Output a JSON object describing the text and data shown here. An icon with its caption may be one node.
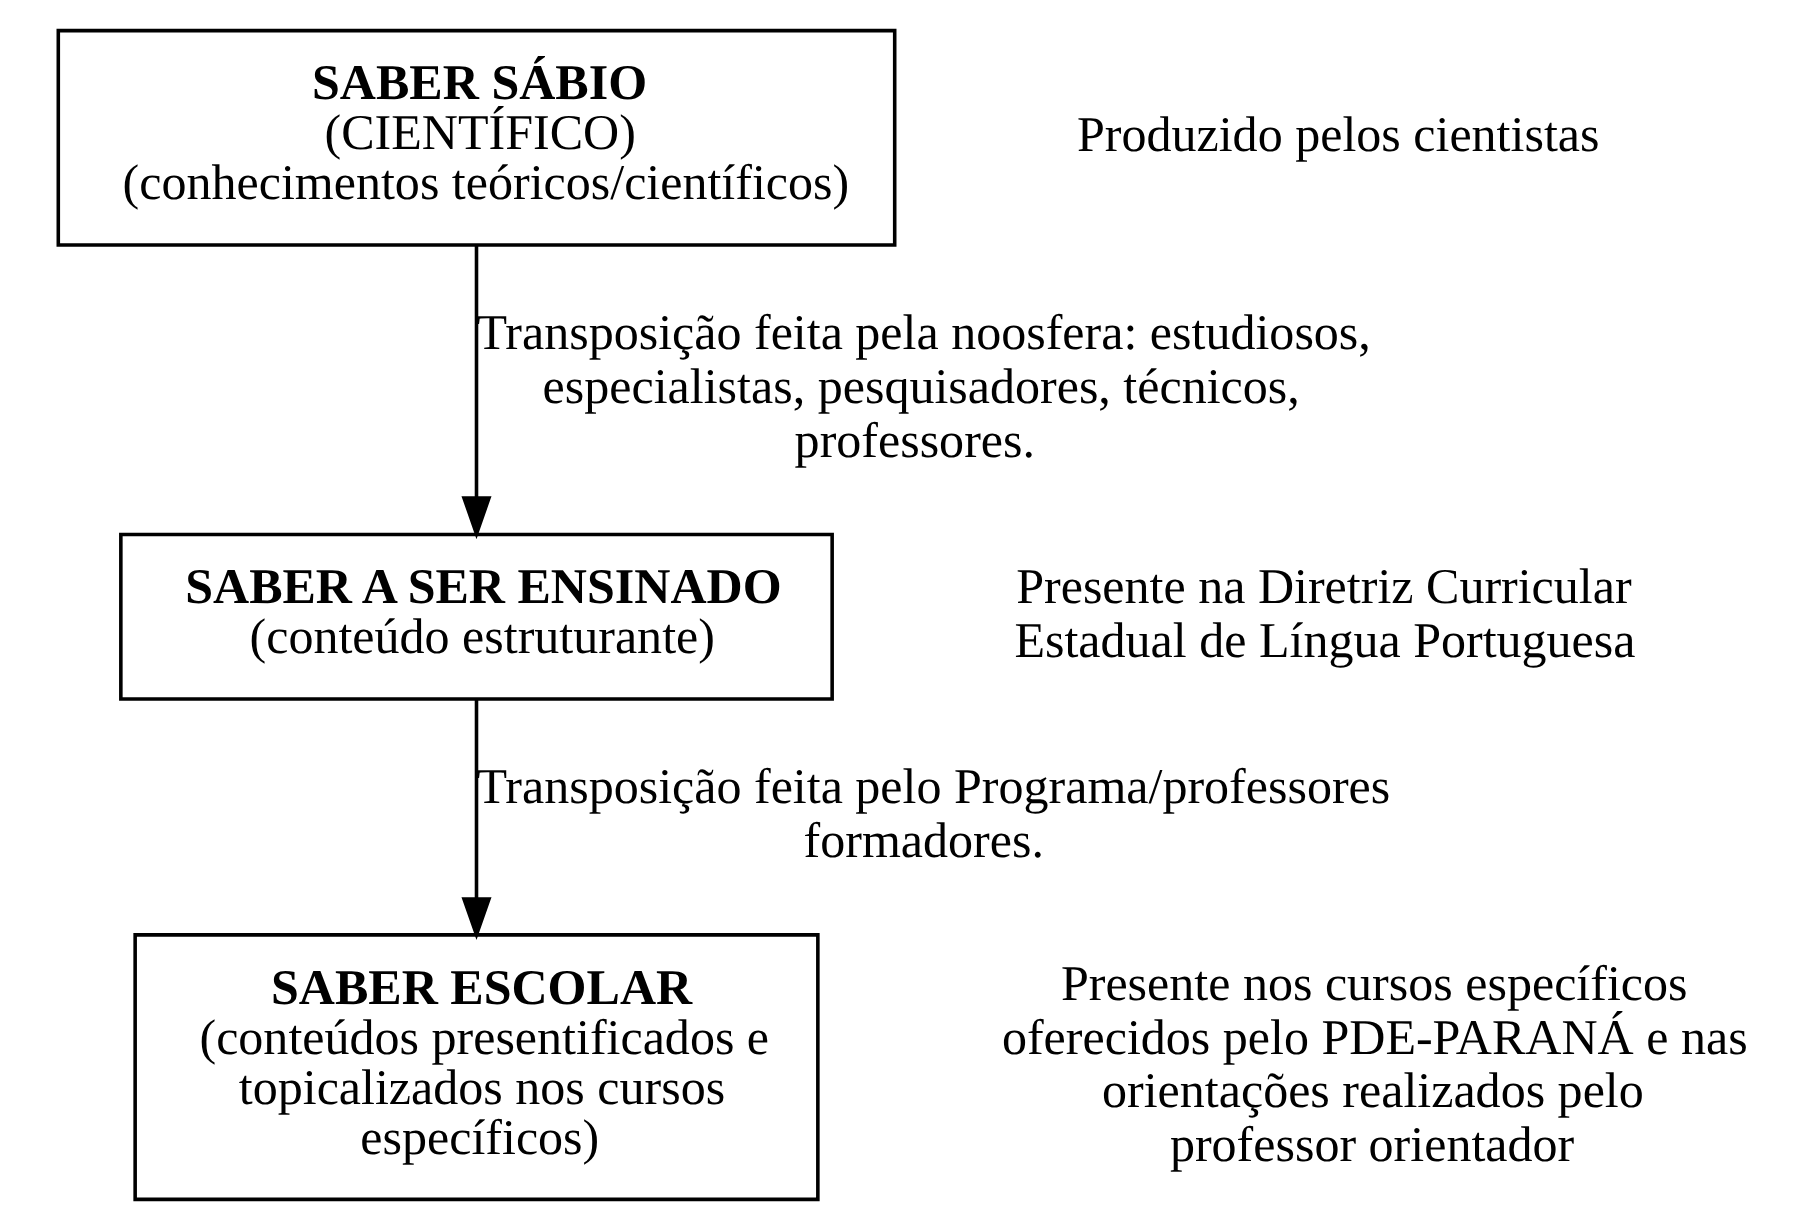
{
  "diagram": {
    "nodes": [
      {
        "text": [
          "SABER SÁBIO",
          "(CIENTÍFICO)",
          "(conhecimentos teóricos/científicos)"
        ],
        "beside": [
          "Produzido pelos cientistas"
        ]
      },
      {
        "text": [
          "SABER A SER ENSINADO",
          "(conteúdo estruturante)"
        ],
        "beside": [
          "Presente na Diretriz Curricular Estadual de Língua Portuguesa"
        ]
      },
      {
        "text": [
          "SABER ESCOLAR",
          "(conteúdos presentificados e topicalizados nos cursos específicos)"
        ],
        "beside": [
          "Presente nos cursos específicos oferecidos pelo PDE-PARANÁ e nas orientações realizados pelo professor orientador"
        ]
      }
    ],
    "edges": [
      {
        "from": 0,
        "to": 1,
        "arrow": "to",
        "label": "Transposição feita pela noosfera: estudiosos, especialistas, pesquisadores, técnicos, professores."
      },
      {
        "from": 1,
        "to": 2,
        "arrow": "to",
        "label": "Transposição feita pelo Programa/professores formadores."
      }
    ]
  }
}
